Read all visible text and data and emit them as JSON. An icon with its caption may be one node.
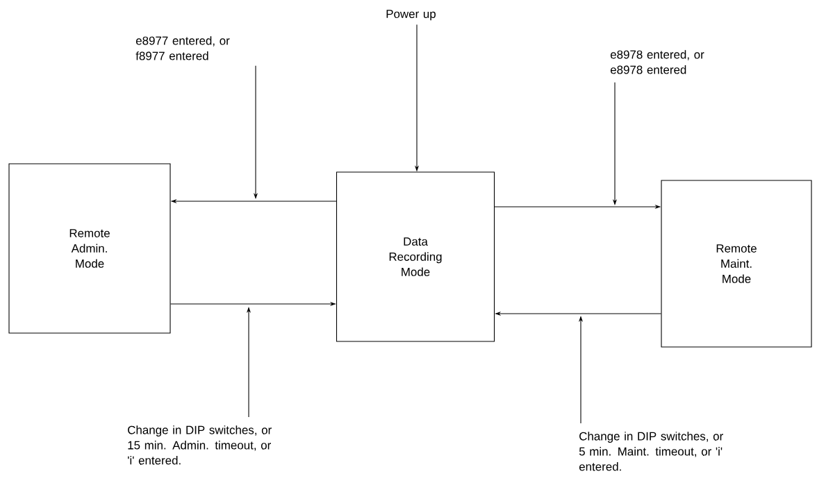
{
  "diagram": {
    "nodes": [
      {
        "text": [
          "Remote Admin. Mode"
        ]
      },
      {
        "text": [
          "Data Recording Mode"
        ]
      },
      {
        "text": [
          "Remote Maint. Mode"
        ]
      },
      {
        "text": [
          "e8977 entered, or f8977 entered"
        ]
      },
      {
        "text": [
          "Power up"
        ]
      },
      {
        "text": [
          "e8978 entered, or e8978 entered"
        ]
      },
      {
        "text": [
          "Change in DIP switches, or 15 min. Admin. timeout, or 'i' entered."
        ]
      },
      {
        "text": [
          "Change in DIP switches, or 5 min. Maint. timeout, or 'i' entered."
        ]
      }
    ],
    "edges": [
      {
        "from": 1,
        "to": 0,
        "arrow": "to"
      },
      {
        "from": 0,
        "to": 1,
        "arrow": "to"
      },
      {
        "from": 1,
        "to": 2,
        "arrow": "to"
      },
      {
        "from": 2,
        "to": 1,
        "arrow": "to"
      },
      {
        "from": 3,
        "to": null,
        "arrow": "to"
      },
      {
        "from": 4,
        "to": 1,
        "arrow": "to"
      },
      {
        "from": 5,
        "to": null,
        "arrow": "to"
      },
      {
        "from": 6,
        "to": null,
        "arrow": "to"
      },
      {
        "from": 7,
        "to": null,
        "arrow": "to"
      }
    ]
  }
}
